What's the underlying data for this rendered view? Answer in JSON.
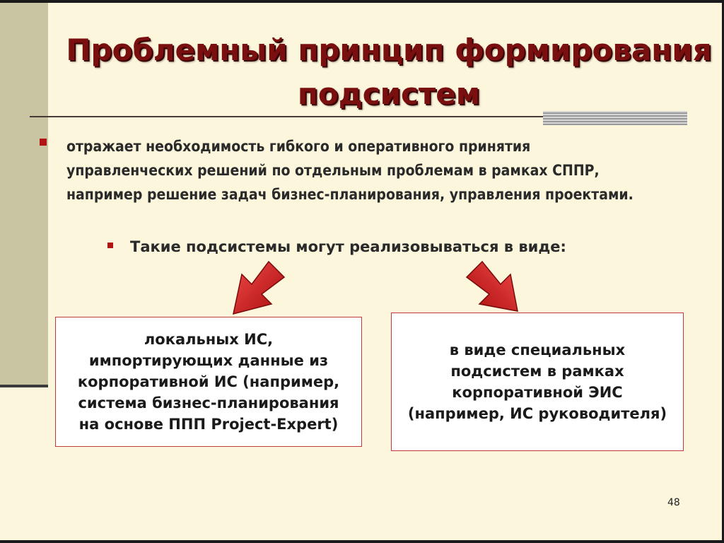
{
  "slide": {
    "title": "Проблемный принцип формирования подсистем",
    "bullet1_text": "отражает необходимость гибкого и оперативного принятия управленческих решений по отдельным проблемам в рамках СППР, например решение задач бизнес-планирования, управления проектами.",
    "bullet2_text": "Такие подсистемы могут реализовываться в виде:",
    "box_left_text": "локальных  ИС,\nимпортирующих данные из\nкорпоративной ИС (например,\nсистема бизнес-планирования\nна основе ППП Project-Expert)",
    "box_right_text": "в виде специальных\nподсистем в рамках\nкорпоративной ЭИС\n(например, ИС руководителя)",
    "page_number": "48"
  },
  "colors": {
    "background": "#fbf6dc",
    "title": "#7a0f0f",
    "bullet": "#b01414",
    "arrow": "#d11717",
    "box_border": "#c23b3b",
    "side_band": "#c9c4a1"
  },
  "icons": [
    "arrow-down-left-icon",
    "arrow-down-right-icon"
  ]
}
